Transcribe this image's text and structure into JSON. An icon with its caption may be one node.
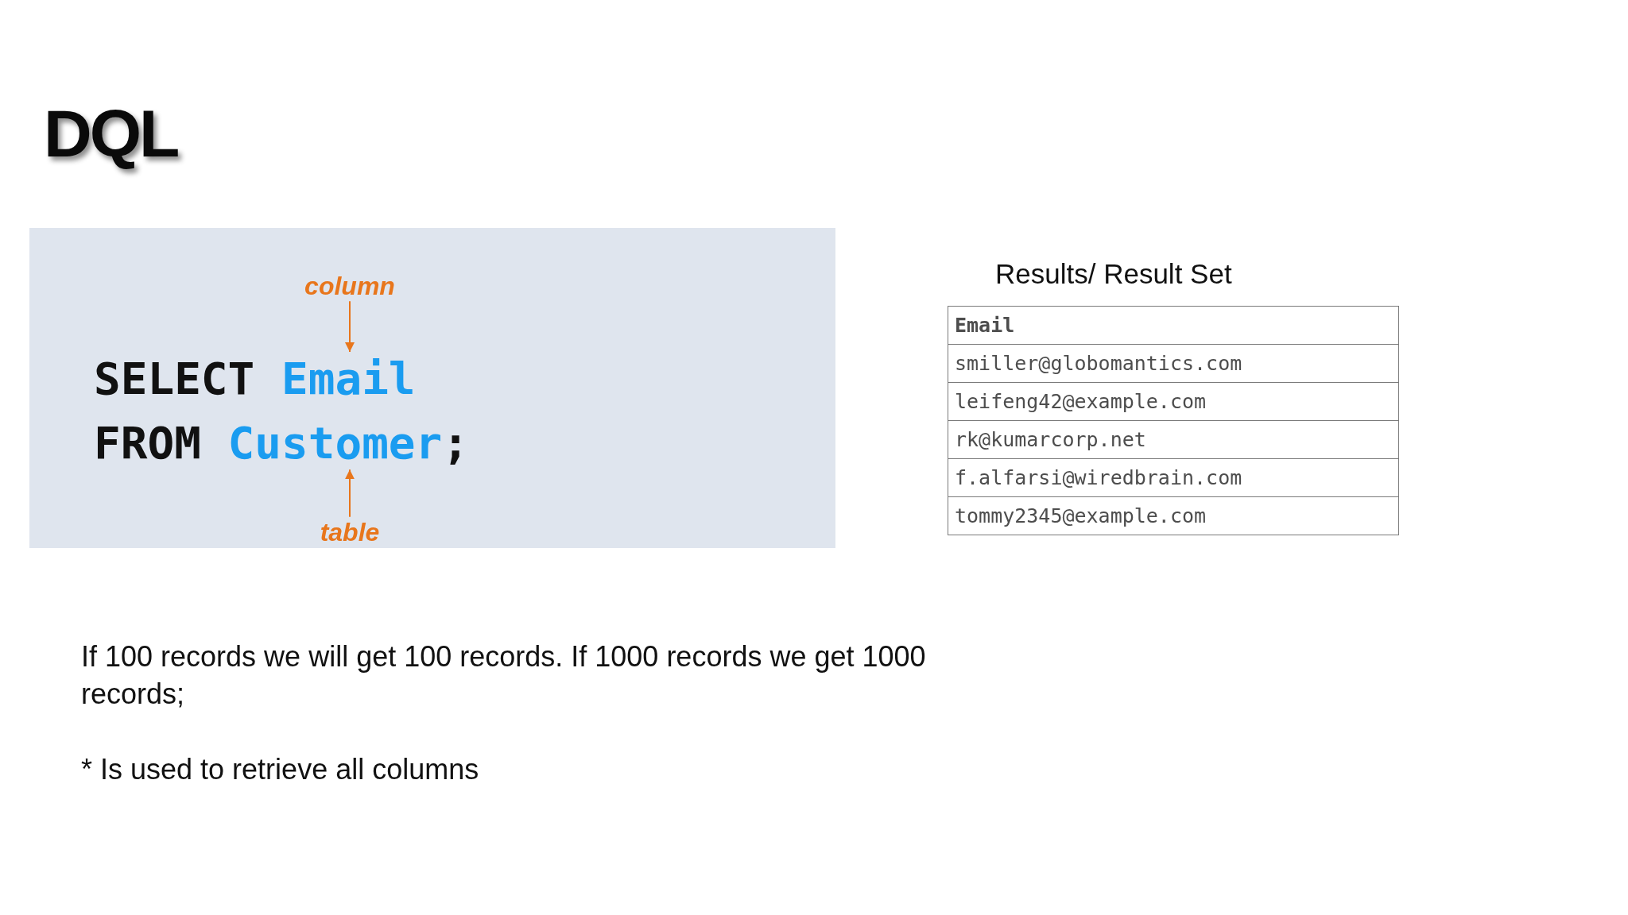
{
  "diagram": {
    "title": "DQL",
    "nodes": [
      {
        "text": [],
        "shape": "box"
      },
      {
        "text": [
          "column"
        ],
        "in": 0
      },
      {
        "text": [
          "Email"
        ],
        "in": 0
      },
      {
        "text": [
          "Customer"
        ],
        "in": 0
      },
      {
        "text": [
          "table"
        ],
        "in": 0
      }
    ],
    "edges": [
      {
        "from": 1,
        "to": 2,
        "arrow": "to"
      },
      {
        "from": 4,
        "to": 3,
        "arrow": "to"
      }
    ],
    "labels": [
      "SELECT",
      "FROM",
      ";",
      "Results/ Result Set",
      "Email",
      "smiller@globomantics.com",
      "leifeng42@example.com",
      "rk@kumarcorp.net",
      "f.alfarsi@wiredbrain.com",
      "tommy2345@example.com",
      "If 100 records we will get 100 records. If 1000 records we get 1000 records;",
      "* Is used to retrieve all columns"
    ]
  }
}
